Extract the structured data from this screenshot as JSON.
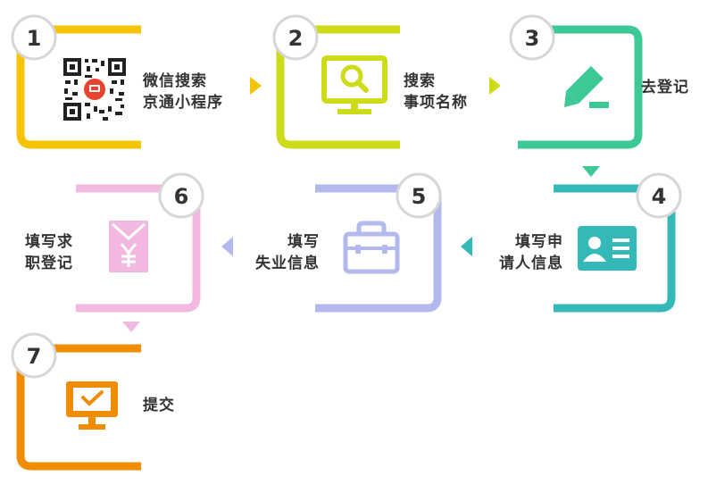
{
  "steps": [
    {
      "number": "1",
      "lines": [
        "微信搜索",
        "京通小程序"
      ],
      "color": "#f5c400",
      "icon": "qr-code-icon"
    },
    {
      "number": "2",
      "lines": [
        "搜索",
        "事项名称"
      ],
      "color": "#cddb19",
      "icon": "monitor-search-icon"
    },
    {
      "number": "3",
      "lines": [
        "去登记"
      ],
      "color": "#3dc996",
      "icon": "pencil-icon"
    },
    {
      "number": "4",
      "lines": [
        "填写申",
        "请人信息"
      ],
      "color": "#34b9b8",
      "icon": "id-card-icon"
    },
    {
      "number": "5",
      "lines": [
        "填写",
        "失业信息"
      ],
      "color": "#b3b9ec",
      "icon": "briefcase-icon"
    },
    {
      "number": "6",
      "lines": [
        "填写求",
        "职登记"
      ],
      "color": "#f1b9df",
      "icon": "yuan-envelope-icon"
    },
    {
      "number": "7",
      "lines": [
        "提交"
      ],
      "color": "#f08c00",
      "icon": "monitor-check-icon"
    }
  ],
  "colors": {
    "number_text": "#333333",
    "badge_fill": "#ffffff",
    "badge_stroke": "#d6d6d6"
  }
}
